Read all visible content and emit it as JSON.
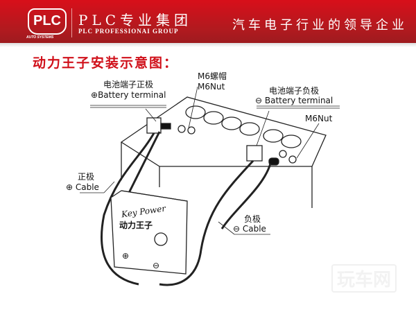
{
  "header": {
    "logo_text": "PLC",
    "logo_sub": "AUTO SYSTEMS",
    "brand": "PLC专业集团",
    "brand_en": "PLC PROFESSIONAI GROUP",
    "slogan": "汽车电子行业的领导企业"
  },
  "diagram": {
    "title": "动力王子安装示意图：",
    "labels": {
      "m6nut_cn": "M6螺帽",
      "m6nut_1": "M6Nut",
      "pos_terminal_cn": "电池端子正极",
      "pos_terminal": "Battery terminal",
      "neg_terminal_cn": "电池端子负极",
      "neg_terminal": "Battery terminal",
      "m6nut_2": "M6Nut",
      "pos_cable_cn": "正极",
      "pos_cable": "Cable",
      "neg_cable_cn": "负极",
      "neg_cable": "Cable",
      "device_brand": "Key Power",
      "device_cn": "动力王子"
    },
    "watermark": "玩车网"
  }
}
